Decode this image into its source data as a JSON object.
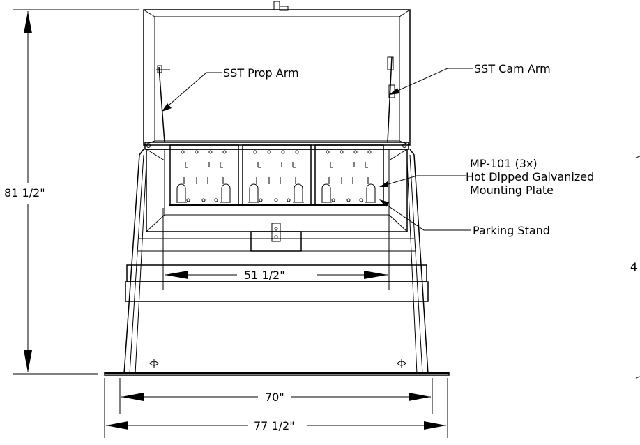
{
  "callouts": {
    "prop_arm": "SST Prop Arm",
    "cam_arm": "SST Cam Arm",
    "mounting_plate_line1": "MP-101 (3x)",
    "mounting_plate_line2": "Hot Dipped Galvanized",
    "mounting_plate_line3": "Mounting Plate",
    "parking_stand": "Parking Stand"
  },
  "dimensions": {
    "height": "81 1/2\"",
    "inner_width": "51 1/2\"",
    "base_width": "70\"",
    "overall_width": "77 1/2\"",
    "edge_fragment": "4"
  }
}
